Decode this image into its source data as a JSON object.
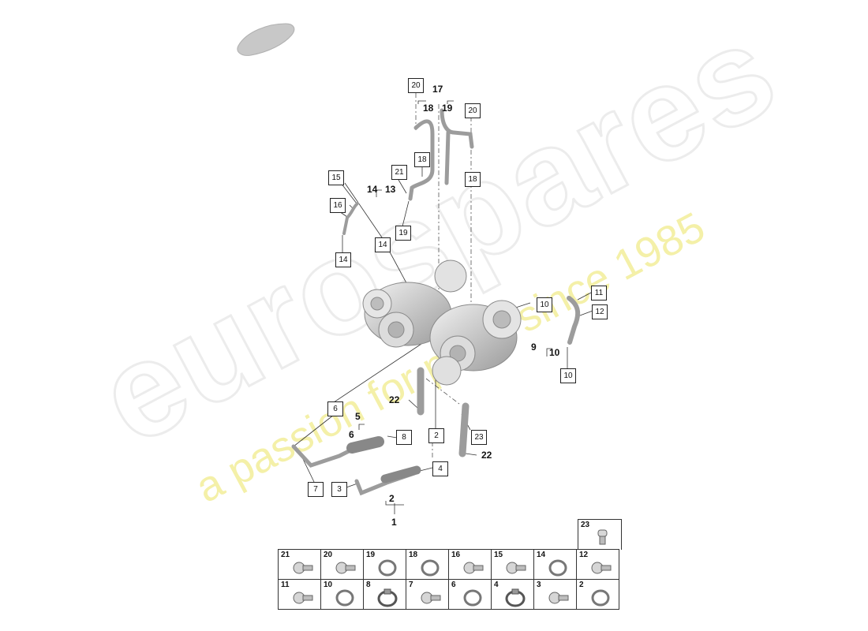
{
  "watermark": {
    "brand": "eurospares",
    "tagline": "a passion for parts since 1985"
  },
  "callouts_boxed": [
    {
      "id": "c20a",
      "text": "20"
    },
    {
      "id": "c20b",
      "text": "20"
    },
    {
      "id": "c18a",
      "text": "18"
    },
    {
      "id": "c18b",
      "text": "18"
    },
    {
      "id": "c21",
      "text": "21"
    },
    {
      "id": "c19",
      "text": "19"
    },
    {
      "id": "c15",
      "text": "15"
    },
    {
      "id": "c16",
      "text": "16"
    },
    {
      "id": "c14a",
      "text": "14"
    },
    {
      "id": "c14b",
      "text": "14"
    },
    {
      "id": "c10a",
      "text": "10"
    },
    {
      "id": "c11",
      "text": "11"
    },
    {
      "id": "c12",
      "text": "12"
    },
    {
      "id": "c10b",
      "text": "10"
    },
    {
      "id": "c6",
      "text": "6"
    },
    {
      "id": "c2",
      "text": "2"
    },
    {
      "id": "c23",
      "text": "23"
    },
    {
      "id": "c8",
      "text": "8"
    },
    {
      "id": "c4",
      "text": "4"
    },
    {
      "id": "c7",
      "text": "7"
    },
    {
      "id": "c3",
      "text": "3"
    }
  ],
  "callouts_bold": [
    {
      "id": "b17",
      "text": "17"
    },
    {
      "id": "b18",
      "text": "18"
    },
    {
      "id": "b19",
      "text": "19"
    },
    {
      "id": "b14",
      "text": "14"
    },
    {
      "id": "b13",
      "text": "13"
    },
    {
      "id": "b9",
      "text": "9"
    },
    {
      "id": "b10",
      "text": "10"
    },
    {
      "id": "b22a",
      "text": "22"
    },
    {
      "id": "b5",
      "text": "5"
    },
    {
      "id": "b6",
      "text": "6"
    },
    {
      "id": "b22b",
      "text": "22"
    },
    {
      "id": "b2",
      "text": "2"
    },
    {
      "id": "b1",
      "text": "1"
    }
  ],
  "legend": {
    "extra": {
      "num": "23",
      "icon": "bolt-short-icon"
    },
    "row1": [
      {
        "num": "21",
        "icon": "bolt-icon"
      },
      {
        "num": "20",
        "icon": "bolt-icon"
      },
      {
        "num": "19",
        "icon": "ring-icon"
      },
      {
        "num": "18",
        "icon": "ring-icon"
      },
      {
        "num": "16",
        "icon": "bolt-icon"
      },
      {
        "num": "15",
        "icon": "bolt-icon"
      },
      {
        "num": "14",
        "icon": "ring-icon"
      },
      {
        "num": "12",
        "icon": "bolt-icon"
      }
    ],
    "row2": [
      {
        "num": "11",
        "icon": "bolt-icon"
      },
      {
        "num": "10",
        "icon": "ring-icon"
      },
      {
        "num": "8",
        "icon": "clamp-icon"
      },
      {
        "num": "7",
        "icon": "bolt-icon"
      },
      {
        "num": "6",
        "icon": "ring-icon"
      },
      {
        "num": "4",
        "icon": "clamp-icon"
      },
      {
        "num": "3",
        "icon": "bolt-icon"
      },
      {
        "num": "2",
        "icon": "ring-icon"
      }
    ]
  }
}
